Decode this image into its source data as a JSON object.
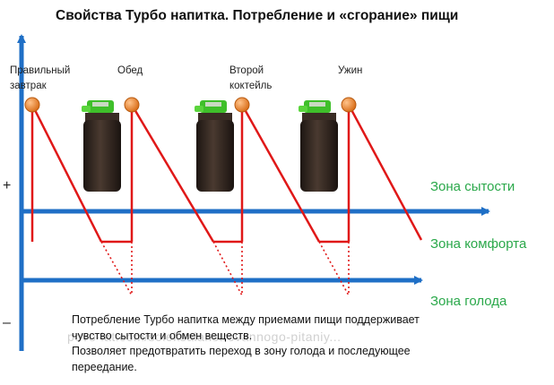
{
  "title": "Свойства Турбо напитка. Потребление и «сгорание» пищи",
  "meals": [
    {
      "label": "Правильный\nзавтрак"
    },
    {
      "label": "Обед"
    },
    {
      "label": "Второй\nкоктейль"
    },
    {
      "label": "Ужин"
    }
  ],
  "axis": {
    "plus": "+",
    "minus": "–"
  },
  "zones": {
    "satiety": "Зона сытости",
    "comfort": "Зона комфорта",
    "hunger": "Зона голода"
  },
  "caption": {
    "line1": "Потребление Турбо напитка между приемами пищи поддерживает",
    "line2": "чувство  сытости и обмен веществ.",
    "line3": "Позволяет предотвратить переход в зону голода и последующее",
    "line4": "переедание."
  },
  "watermark": "povo-lat.com/soleksalanstrovannogo-pitaniy...",
  "colors": {
    "axis": "#1f6fc6",
    "line": "#e01818",
    "meal_dot": "#e8822a",
    "zone_text": "#2aa84a",
    "bottle_cap": "#3fbf2a",
    "bottle_body": "#2e241f"
  }
}
